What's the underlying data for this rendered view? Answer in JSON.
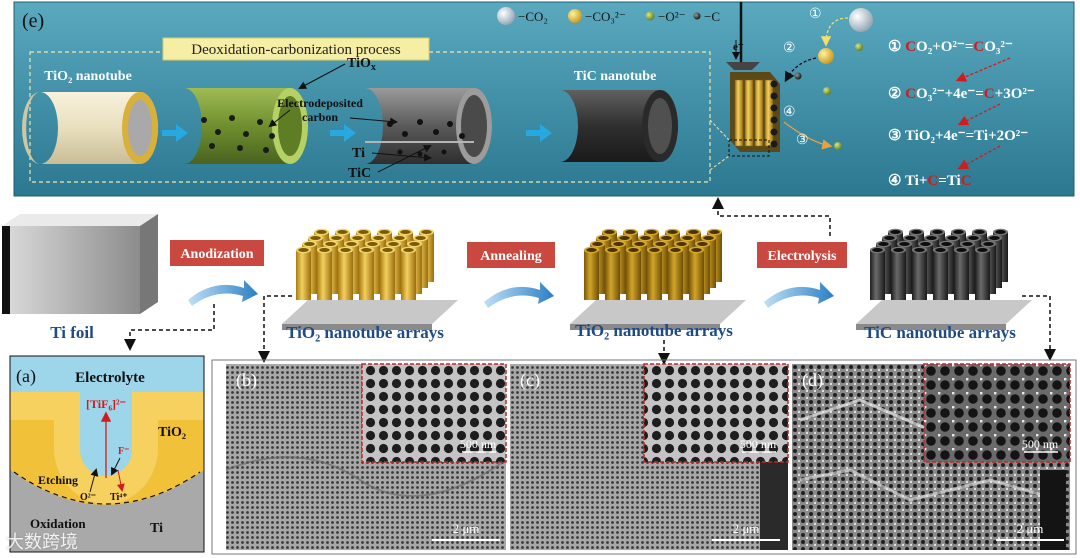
{
  "panel_e": {
    "label": "(e)",
    "process_title": "Deoxidation-carbonization process",
    "tio2_nanotube": "TiO₂ nanotube",
    "tic_nanotube": "TiC nanotube",
    "tiox": "TiO",
    "tiox_sub": "x",
    "electrodeposited": "Electrodeposited",
    "carbon": "carbon",
    "ti": "Ti",
    "tic": "TiC",
    "electron": "e⁻",
    "legend": [
      "−CO₂",
      "−CO₃²⁻",
      "−O²⁻",
      "−C"
    ],
    "steps_marks": [
      "①",
      "②",
      "③",
      "④"
    ],
    "reactions": [
      {
        "num": "①",
        "pre": "",
        "c": "C",
        "mid": "O₂+O²⁻=",
        "c2": "C",
        "post": "O₃²⁻"
      },
      {
        "num": "②",
        "pre": "",
        "c": "C",
        "mid": "O₃²⁻+4e⁻=",
        "c2": "C",
        "post": "+3O²⁻"
      },
      {
        "num": "③",
        "pre": "TiO₂+4e⁻=Ti+2O²⁻",
        "c": "",
        "mid": "",
        "c2": "",
        "post": ""
      },
      {
        "num": "④",
        "pre": "Ti+",
        "c": "C",
        "mid": "=Ti",
        "c2": "C",
        "post": ""
      }
    ]
  },
  "process": {
    "ti_foil": "Ti foil",
    "steps": [
      "Anodization",
      "Annealing",
      "Electrolysis"
    ],
    "arrays": [
      "TiO₂ nanotube arrays",
      "TiO₂ nanotube arrays",
      "TiC nanotube arrays"
    ]
  },
  "panel_a": {
    "label": "(a)",
    "electrolyte": "Electrolyte",
    "tif6": "[TiF₆]²⁻",
    "tio2": "TiO₂",
    "f_minus": "F⁻",
    "etching": "Etching",
    "o2": "O²⁻",
    "ti4": "Ti⁴⁺",
    "oxidation": "Oxidation",
    "ti": "Ti"
  },
  "sem": [
    {
      "label": "(b)",
      "inset_scale": "500 nm",
      "scale": "2 μm"
    },
    {
      "label": "(c)",
      "inset_scale": "500 nm",
      "scale": "2 μm"
    },
    {
      "label": "(d)",
      "inset_scale": "500 nm",
      "scale": "2 μm"
    }
  ],
  "watermark": "大数跨境",
  "colors": {
    "panel_e_bg": "#3d8fa6",
    "step_box": "#c9483f",
    "tio2_gold": "#d9a828",
    "tic_dark": "#3a3a3a",
    "red": "#d01c1c"
  }
}
